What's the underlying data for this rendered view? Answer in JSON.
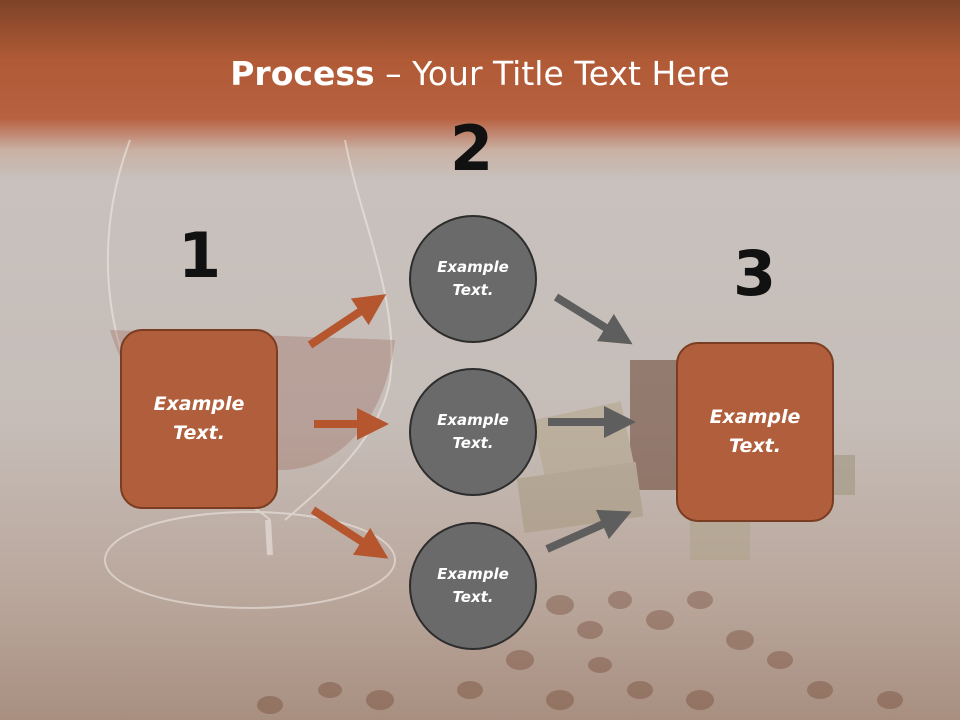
{
  "title": {
    "bold": "Process",
    "rest": " – Your Title Text Here"
  },
  "steps": [
    {
      "number": "1",
      "text": "Example\nText."
    },
    {
      "number": "2"
    },
    {
      "number": "3",
      "text": "Example\nText."
    }
  ],
  "circles": [
    {
      "text": "Example\nText."
    },
    {
      "text": "Example\nText."
    },
    {
      "text": "Example\nText."
    }
  ],
  "colors": {
    "accent": "#b05e3b",
    "circle": "#6a6a6a",
    "arrow_orange": "#b5562f",
    "arrow_gray": "#5e5e5e"
  }
}
